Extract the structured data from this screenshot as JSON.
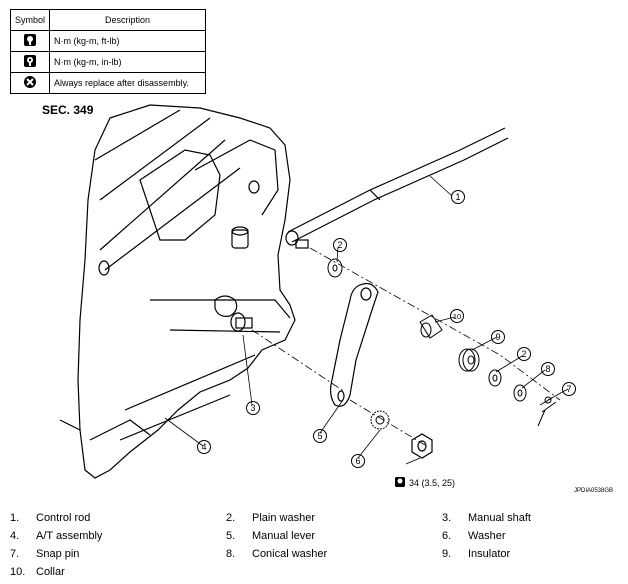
{
  "symbol_table": {
    "header_symbol": "Symbol",
    "header_description": "Description",
    "rows": [
      {
        "icon": "torque-wrench-icon",
        "description": "N·m (kg-m, ft-lb)"
      },
      {
        "icon": "torque-wrench-inlb-icon",
        "description": "N·m (kg-m, in-lb)"
      },
      {
        "icon": "always-replace-icon",
        "description": "Always replace after disassembly."
      }
    ]
  },
  "diagram": {
    "section": "SEC. 349",
    "callouts": [
      "1",
      "2",
      "3",
      "4",
      "5",
      "6",
      "2",
      "7",
      "8",
      "9",
      "10"
    ],
    "torque_spec": "34 (3.5, 25)",
    "image_code": "JPDIA0538GB"
  },
  "legend": [
    {
      "num": "1.",
      "label": "Control rod"
    },
    {
      "num": "2.",
      "label": "Plain washer"
    },
    {
      "num": "3.",
      "label": "Manual shaft"
    },
    {
      "num": "4.",
      "label": "A/T assembly"
    },
    {
      "num": "5.",
      "label": "Manual lever"
    },
    {
      "num": "6.",
      "label": "Washer"
    },
    {
      "num": "7.",
      "label": "Snap pin"
    },
    {
      "num": "8.",
      "label": "Conical washer"
    },
    {
      "num": "9.",
      "label": "Insulator"
    },
    {
      "num": "10.",
      "label": "Collar"
    }
  ]
}
